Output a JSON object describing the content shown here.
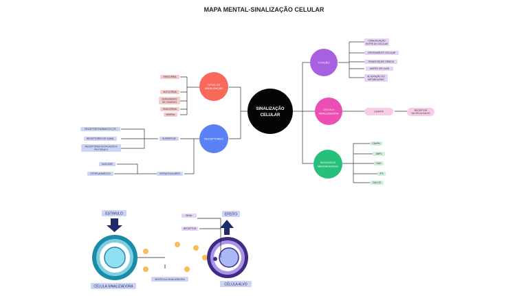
{
  "title": "MAPA MENTAL-SINALIZAÇÃO CELULAR",
  "center": {
    "line1": "SINALIZAÇÃO",
    "line2": "CELULAR"
  },
  "tipos": {
    "label1": "TIPOS DE",
    "label2": "SINALIZAÇÃO",
    "items": [
      "PARACRINA",
      "AUTOCRINA",
      "DEPENDENTE",
      "DE CONTATO",
      "ENDOCRINA",
      "NEURAL"
    ]
  },
  "receptores": {
    "label": "RECEPTORES",
    "superficie": "SUPERFICIE",
    "intracelulares": "INTRACELULARES",
    "surface_items": [
      "RECEPTOR ENZIMATICO (TK",
      "RECEPTORES DE CANAL",
      "RECEPTORES ACOPLADOS À",
      "PROTEÍNA G"
    ],
    "intra_items": [
      "NUCLEAR",
      "CITOPLASMÁTICO"
    ]
  },
  "funcao": {
    "label": "FUNÇÃO",
    "items": [
      "COMUNICAÇÃO",
      "ENTRE AS CELULAS",
      "CRESCIMENTO CELULAR",
      "TRANSCRIÇÃO GÊNICA",
      "MORTE CELULAR",
      "ALTERAÇÃO DO",
      "METABOLISMO"
    ]
  },
  "celula": {
    "label1": "CELULA",
    "label2": "SINALIZADORA",
    "ligante": "LIGANTE",
    "destino1": "RECEPTOR",
    "destino2": "NA CELULA ALVO"
  },
  "mensageiros": {
    "label1": "SEGUNDOS",
    "label2": "MENSAGEIROS",
    "items": [
      "CAMPs",
      "AMPc",
      "DAG",
      "IP3",
      "CALCIO"
    ]
  },
  "bottom": {
    "estimulo": "ESTIMULO",
    "efeito": "EFEITO",
    "sinal": "SINAL",
    "receptor": "RECEPTOR",
    "celula_sinalizadora": "CÉLULA SINALIZADORA",
    "molecula": "MOLÉCULA SINALIZADORA",
    "celula_alvo": "CÉLULA ALVO"
  },
  "colors": {
    "center": "#050505",
    "tipos": "#f8695c",
    "receptores": "#5b82f5",
    "funcao": "#a660e0",
    "celula": "#ec4fb4",
    "mensageiros": "#27c07a",
    "tag_red": "#f7cccc",
    "tag_blue": "#cdd5f6",
    "tag_purple": "#e6d3f7",
    "tag_pink": "#f8cce6",
    "tag_green": "#d1f0db",
    "ring_teal": "#1c8ba8",
    "ring_purple": "#3f2a86",
    "molecule": "#f7bd5a",
    "arrow_navy": "#1f2a6b"
  }
}
